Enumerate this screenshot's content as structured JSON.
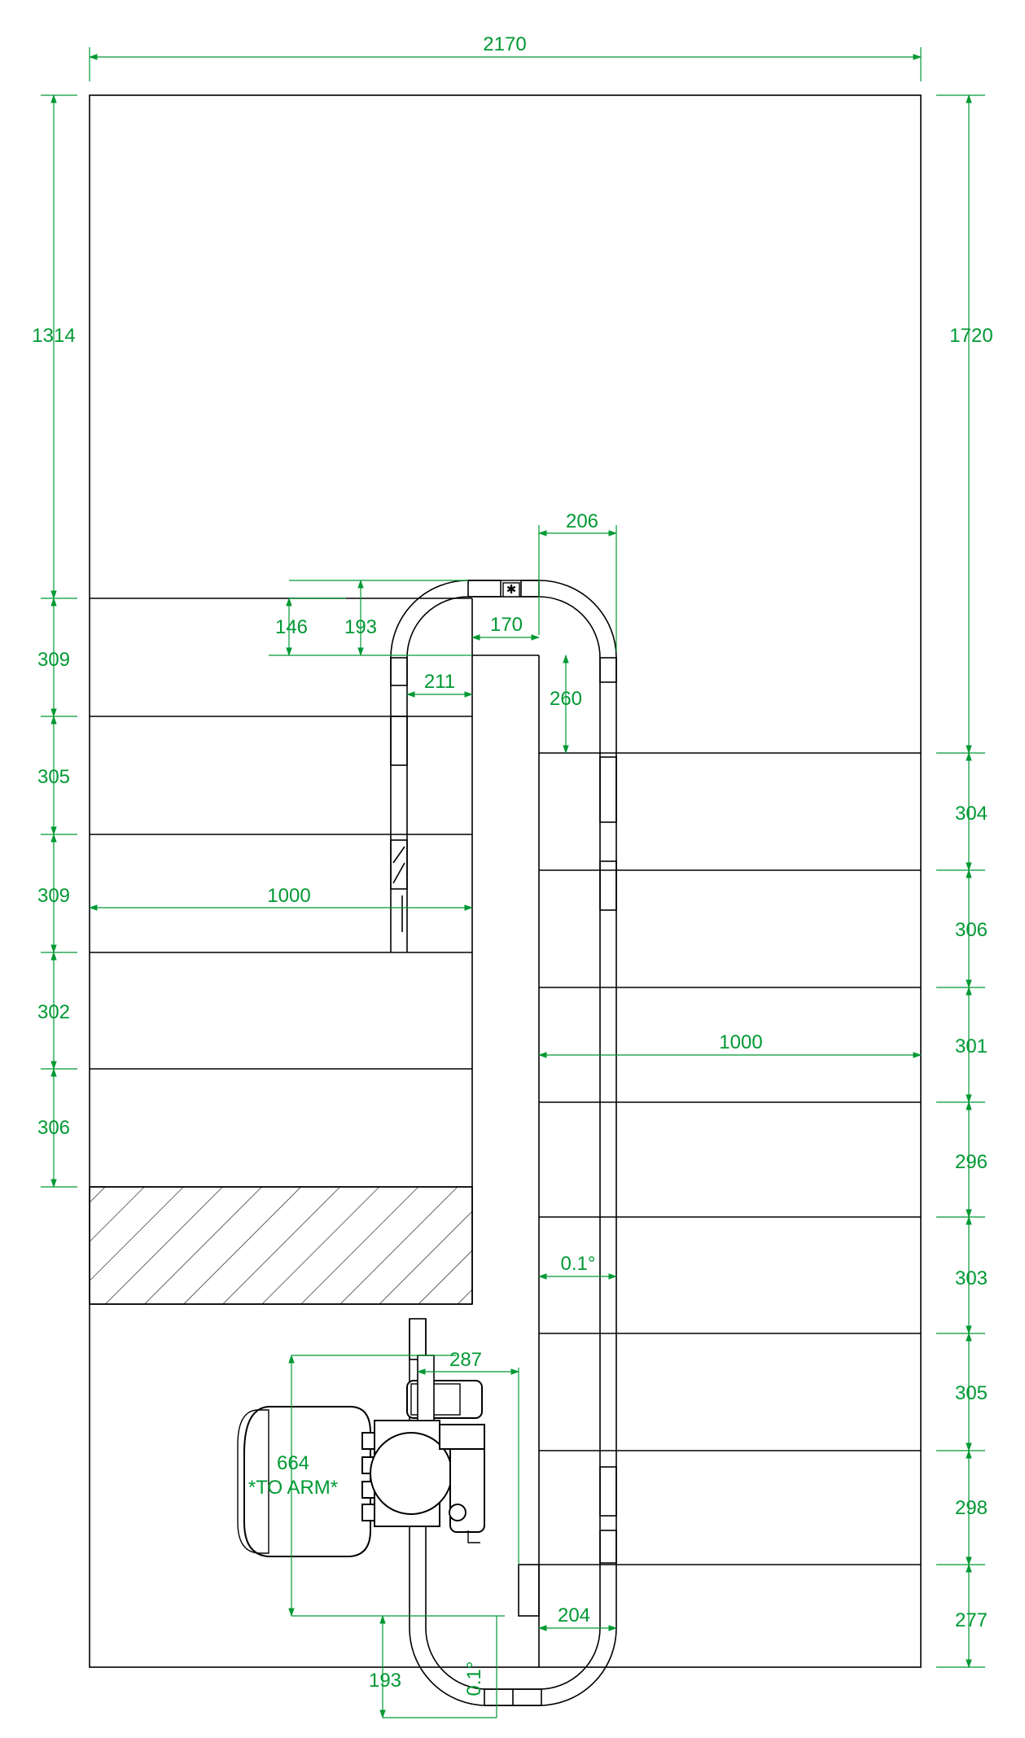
{
  "colors": {
    "line": "#000000",
    "dimension": "#009933",
    "background": "#ffffff"
  },
  "overall": {
    "width": "2170"
  },
  "left_side": {
    "upper_length": "1314",
    "steps": [
      "309",
      "305",
      "309",
      "302",
      "306"
    ],
    "width": "1000"
  },
  "right_side": {
    "upper_length": "1720",
    "steps": [
      "304",
      "306",
      "301",
      "296",
      "303",
      "305",
      "298",
      "277"
    ],
    "width": "1000"
  },
  "top_turn": {
    "centre_gap": "206",
    "rail_offset_a": "146",
    "rail_offset_b": "193",
    "inner_gap": "170",
    "rail_to_landing": "211",
    "clearance": "260",
    "marker": "✱"
  },
  "rail_angle": "0.1°",
  "bottom": {
    "rail_to_arm": "287",
    "chair_extent": "664",
    "chair_note": "*TO ARM*",
    "end_offset": "193",
    "end_angle": "0.1°",
    "landing_gap": "204"
  }
}
